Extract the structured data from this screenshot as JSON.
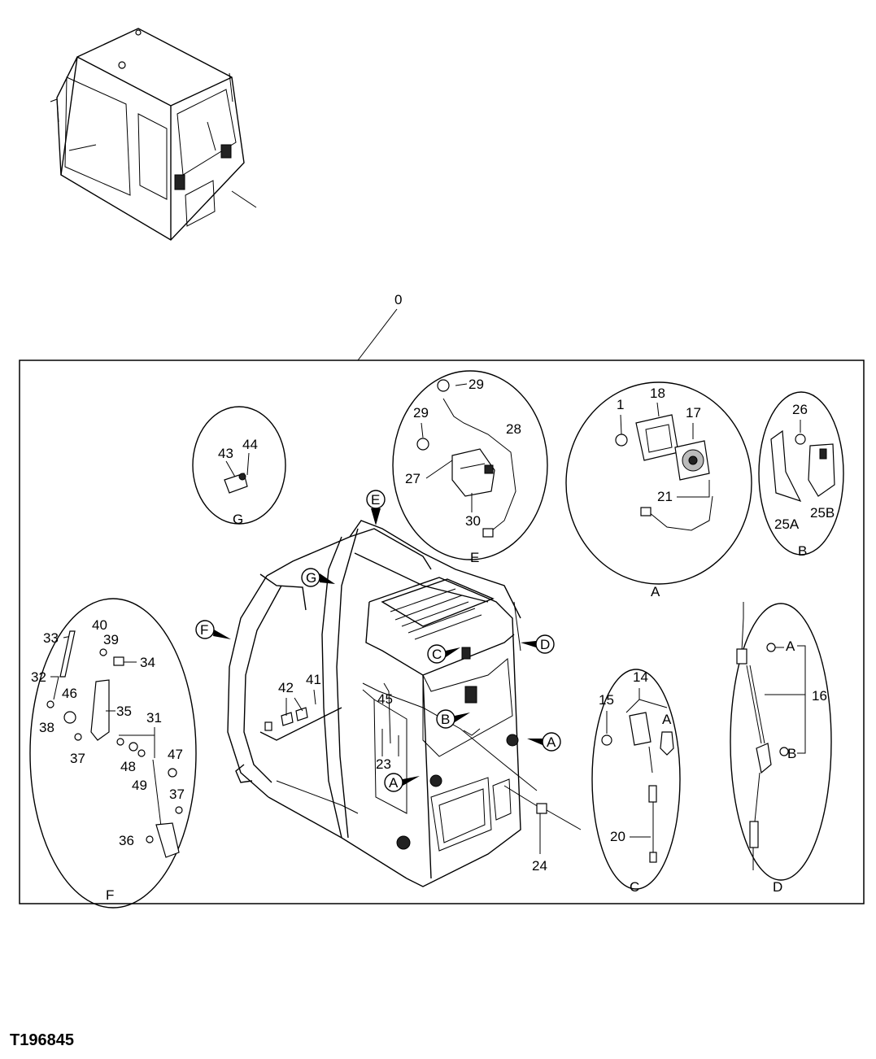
{
  "figure_id": "T196845",
  "callouts": {
    "c0": "0",
    "c1": "1",
    "c14": "14",
    "c15": "15",
    "c16": "16",
    "c17": "17",
    "c18": "18",
    "c20": "20",
    "c21": "21",
    "c23": "23",
    "c24": "24",
    "c25A": "25A",
    "c25B": "25B",
    "c26": "26",
    "c27": "27",
    "c28": "28",
    "c29a": "29",
    "c29b": "29",
    "c30": "30",
    "c31": "31",
    "c32": "32",
    "c33": "33",
    "c34": "34",
    "c35": "35",
    "c36": "36",
    "c37a": "37",
    "c37b": "37",
    "c38": "38",
    "c39": "39",
    "c40": "40",
    "c41": "41",
    "c42": "42",
    "c43": "43",
    "c44": "44",
    "c45": "45",
    "c46": "46",
    "c47": "47",
    "c48": "48",
    "c49": "49"
  },
  "detail_refs": {
    "A": "A",
    "B": "B",
    "C": "C",
    "D": "D",
    "E": "E",
    "F": "F",
    "G": "G"
  }
}
